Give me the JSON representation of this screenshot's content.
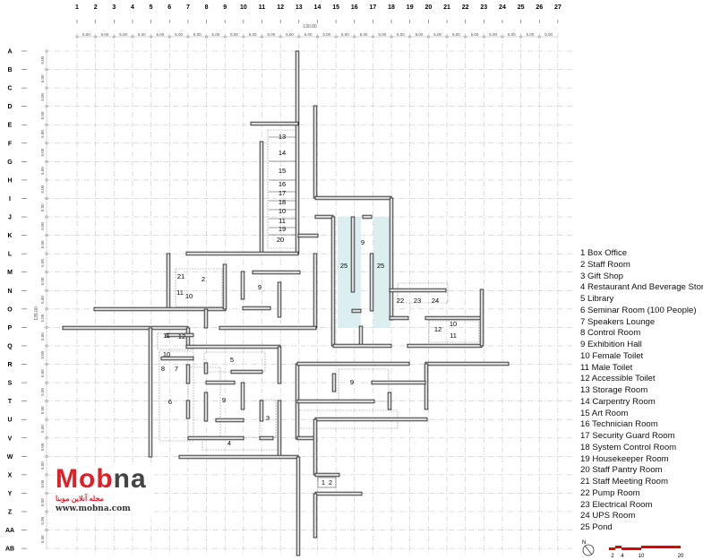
{
  "grid": {
    "columns": [
      "1",
      "2",
      "3",
      "4",
      "5",
      "6",
      "7",
      "8",
      "9",
      "10",
      "11",
      "12",
      "13",
      "14",
      "15",
      "16",
      "17",
      "18",
      "19",
      "20",
      "21",
      "22",
      "23",
      "24",
      "25",
      "26",
      "27"
    ],
    "rows": [
      "A",
      "B",
      "C",
      "D",
      "E",
      "F",
      "G",
      "H",
      "I",
      "J",
      "K",
      "L",
      "M",
      "N",
      "O",
      "P",
      "Q",
      "R",
      "S",
      "T",
      "U",
      "V",
      "W",
      "X",
      "Y",
      "Z",
      "AA",
      "AB"
    ]
  },
  "dimensions": {
    "spacing": "5.00",
    "total_width": "130.00",
    "total_height": "135.00"
  },
  "plan_labels": [
    "13",
    "14",
    "15",
    "16",
    "17",
    "18",
    "10",
    "11",
    "19",
    "20",
    "9",
    "25",
    "25",
    "22",
    "23",
    "24",
    "10",
    "12",
    "11",
    "21",
    "2",
    "11",
    "10",
    "9",
    "11",
    "12",
    "10",
    "8",
    "7",
    "5",
    "6",
    "9",
    "3",
    "4",
    "9",
    "1",
    "2"
  ],
  "legend": [
    "1 Box Office",
    "2 Staff Room",
    "3 Gift Shop",
    "4 Restaurant And Beverage Store",
    "5 Library",
    "6 Seminar Room (100 People)",
    "7 Speakers Lounge",
    "8 Control Room",
    "9 Exhibition Hall",
    "10 Female Toilet",
    "11 Male Toilet",
    "12 Accessible Toilet",
    "13 Storage Room",
    "14 Carpentry Room",
    "15 Art Room",
    "16 Technician Room",
    "17 Security Guard Room",
    "18 System Control Room",
    "19 Housekeeper Room",
    "20 Staff Pantry Room",
    "21 Staff Meeting Room",
    "22 Pump Room",
    "23 Electrical Room",
    "24 UPS Room",
    "25 Pond"
  ],
  "scale_bar": {
    "ticks": [
      "2",
      "4",
      "10",
      "20"
    ],
    "color": "#e00000"
  },
  "north_label": "N",
  "watermark": {
    "brand_red": "Mob",
    "brand_gray": "na",
    "subtitle": "مجله آنلاین موبنا",
    "url": "www.mobna.com"
  },
  "colors": {
    "wall_fill": "#d9d9d9",
    "wall_stroke": "#2b2b2b",
    "grid": "#c8c8c8",
    "pond": "#dbeef0"
  }
}
